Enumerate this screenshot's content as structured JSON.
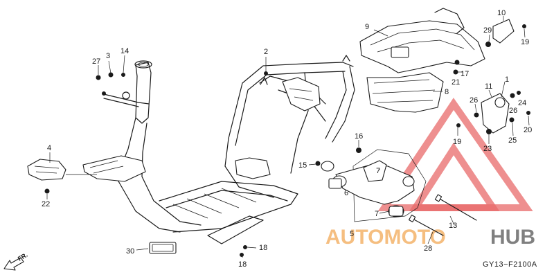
{
  "diagram_code": "GY13−F2100A",
  "direction_label": "FR.",
  "watermark": {
    "part_a": "AUTOMOTO",
    "part_b": "HUB",
    "color_a": "#f3b36a",
    "color_b": "#555555",
    "logo_color": "#e86a6a"
  },
  "callouts": [
    {
      "id": "c1",
      "label": "1"
    },
    {
      "id": "c2",
      "label": "2"
    },
    {
      "id": "c3",
      "label": "3"
    },
    {
      "id": "c4",
      "label": "4"
    },
    {
      "id": "c5",
      "label": "5"
    },
    {
      "id": "c6",
      "label": "6"
    },
    {
      "id": "c7a",
      "label": "7"
    },
    {
      "id": "c7b",
      "label": "7"
    },
    {
      "id": "c8",
      "label": "8"
    },
    {
      "id": "c9",
      "label": "9"
    },
    {
      "id": "c10",
      "label": "10"
    },
    {
      "id": "c11",
      "label": "11"
    },
    {
      "id": "c13",
      "label": "13"
    },
    {
      "id": "c14",
      "label": "14"
    },
    {
      "id": "c15",
      "label": "15"
    },
    {
      "id": "c16",
      "label": "16"
    },
    {
      "id": "c17",
      "label": "17"
    },
    {
      "id": "c18a",
      "label": "18"
    },
    {
      "id": "c18b",
      "label": "18"
    },
    {
      "id": "c19a",
      "label": "19"
    },
    {
      "id": "c19b",
      "label": "19"
    },
    {
      "id": "c20",
      "label": "20"
    },
    {
      "id": "c21",
      "label": "21"
    },
    {
      "id": "c22",
      "label": "22"
    },
    {
      "id": "c23",
      "label": "23"
    },
    {
      "id": "c24",
      "label": "24"
    },
    {
      "id": "c25",
      "label": "25"
    },
    {
      "id": "c26a",
      "label": "26"
    },
    {
      "id": "c26b",
      "label": "26"
    },
    {
      "id": "c27",
      "label": "27"
    },
    {
      "id": "c28",
      "label": "28"
    },
    {
      "id": "c29",
      "label": "29"
    },
    {
      "id": "c30",
      "label": "30"
    }
  ]
}
